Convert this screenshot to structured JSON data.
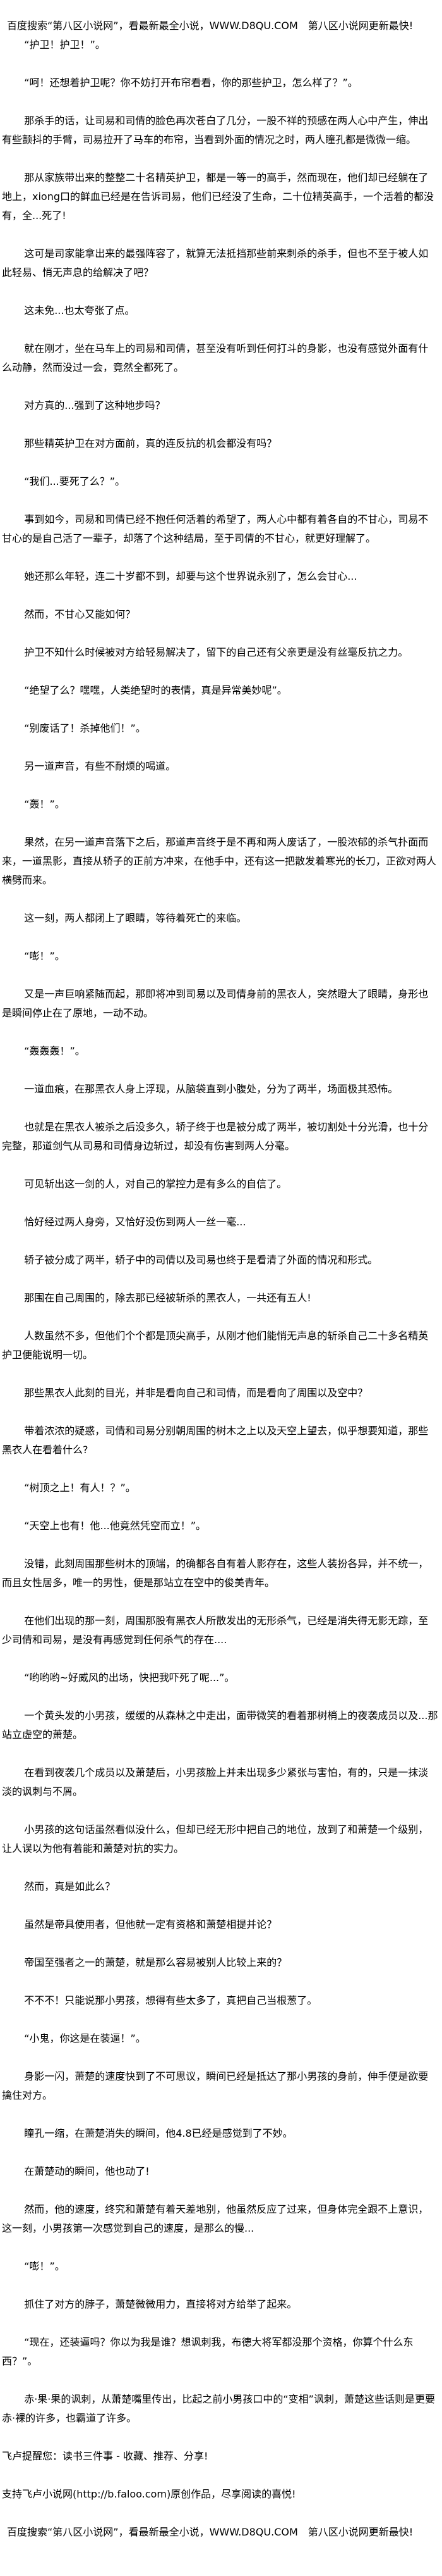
{
  "header_banner": "百度搜索“第八区小说网”，看最新最全小说，WWW.D8QU.COM　第八区小说网更新最快!",
  "paragraphs": [
    "“护卫！护卫！”。",
    "“呵！还想着护卫呢？你不妨打开布帘看看，你的那些护卫，怎么样了？”。",
    "那杀手的话，让司易和司倩的脸色再次苍白了几分，一股不祥的预感在两人心中产生，伸出有些颤抖的手臂，司易拉开了马车的布帘，当看到外面的情况之时，两人瞳孔都是微微一缩。",
    "那从家族带出来的整整二十名精英护卫，都是一等一的高手，然而现在，他们却已经躺在了地上，xiong口的鲜血已经是在告诉司易，他们已经没了生命，二十位精英高手，一个活着的都没有，全...死了!",
    "这可是司家能拿出来的最强阵容了，就算无法抵挡那些前来刺杀的杀手，但也不至于被人如此轻易、悄无声息的给解决了吧？",
    "这未免...也太夸张了点。",
    "就在刚才，坐在马车上的司易和司倩，甚至没有听到任何打斗的身影，也没有感觉外面有什么动静，然而没过一会，竟然全都死了。",
    "对方真的...强到了这种地步吗？",
    "那些精英护卫在对方面前，真的连反抗的机会都没有吗？",
    "“我们...要死了么？”。",
    "事到如今，司易和司倩已经不抱任何活着的希望了，两人心中都有着各自的不甘心，司易不甘心的是自己活了一辈子，却落了个这种结局，至于司倩的不甘心，就更好理解了。",
    "她还那么年轻，连二十岁都不到，却要与这个世界说永别了，怎么会甘心...",
    "然而，不甘心又能如何？",
    "护卫不知什么时候被对方给轻易解决了，留下的自己还有父亲更是没有丝毫反抗之力。",
    "“绝望了么？嘿嘿，人类绝望时的表情，真是异常美妙呢”。",
    "“别废话了！杀掉他们！”。",
    "另一道声音，有些不耐烦的喝道。",
    "“轰！”。",
    "果然，在另一道声音落下之后，那道声音终于是不再和两人废话了，一股浓郁的杀气扑面而来，一道黑影，直接从轿子的正前方冲来，在他手中，还有这一把散发着寒光的长刀，正欲对两人横劈而来。",
    "这一刻，两人都闭上了眼睛，等待着死亡的来临。",
    "“嘭！”。",
    "又是一声巨响紧随而起，那即将冲到司易以及司倩身前的黑衣人，突然瞪大了眼睛，身形也是瞬间停止在了原地，一动不动。",
    "“轰轰轰！”。",
    "一道血痕，在那黑衣人身上浮现，从脑袋直到小腹处，分为了两半，场面极其恐怖。",
    "也就是在黑衣人被杀之后没多久，轿子终于也是被分成了两半，被切割处十分光滑，也十分完整，那道剑气从司易和司倩身边斩过，却没有伤害到两人分毫。",
    "可见斩出这一剑的人，对自己的掌控力是有多么的自信了。",
    "恰好经过两人身旁，又恰好没伤到两人一丝一毫...",
    "轿子被分成了两半，轿子中的司倩以及司易也终于是看清了外面的情况和形式。",
    "那围在自己周围的，除去那已经被斩杀的黑衣人，一共还有五人!",
    "人数虽然不多，但他们个个都是顶尖高手，从刚才他们能悄无声息的斩杀自己二十多名精英护卫便能说明一切。",
    "那些黑衣人此刻的目光，并非是看向自己和司倩，而是看向了周围以及空中？",
    "带着浓浓的疑惑，司倩和司易分别朝周围的树木之上以及天空上望去，似乎想要知道，那些黑衣人在看着什么?",
    "“树顶之上！有人！？”。",
    "“天空上也有！他...他竟然凭空而立！”。",
    "没错，此刻周围那些树木的顶端，的确都各自有着人影存在，这些人装扮各异，并不统一，而且女性居多，唯一的男性，便是那站立在空中的俊美青年。",
    "在他们出现的那一刻，周围那股有黑衣人所散发出的无形杀气，已经是消失得无影无踪，至少司倩和司易，是没有再感觉到任何杀气的存在....",
    "“哟哟哟~好威风的出场，快把我吓死了呢...”。",
    "一个黄头发的小男孩，缓缓的从森林之中走出，面带微笑的看着那树梢上的夜袭成员以及...那站立虚空的萧楚。",
    "在看到夜袭几个成员以及萧楚后，小男孩脸上并未出现多少紧张与害怕，有的，只是一抹淡淡的讽刺与不屑。",
    "小男孩的这句话虽然看似没什么，但却已经无形中把自己的地位，放到了和萧楚一个级别，让人误以为他有着能和萧楚对抗的实力。",
    "然而，真是如此么？",
    "虽然是帝具使用者，但他就一定有资格和萧楚相提并论？",
    "帝国至强者之一的萧楚，就是那么容易被别人比较上来的？",
    "不不不！只能说那小男孩，想得有些太多了，真把自己当根葱了。",
    "“小鬼，你这是在装逼！”。",
    "身影一闪，萧楚的速度快到了不可思议，瞬间已经是抵达了那小男孩的身前，伸手便是欲要擒住对方。",
    "瞳孔一缩，在萧楚消失的瞬间，他4.8已经是感觉到了不妙。",
    "在萧楚动的瞬间，他也动了!",
    "然而，他的速度，终究和萧楚有着天差地别，他虽然反应了过来，但身体完全跟不上意识，这一刻，小男孩第一次感觉到自己的速度，是那么的慢...",
    "“嘭！”。",
    "抓住了对方的脖子，萧楚微微用力，直接将对方给举了起来。",
    "“现在，还装逼吗？你以为我是谁？想讽刺我，布德大将军都没那个资格，你算个什么东西？”。",
    "赤·果·果的讽刺，从萧楚嘴里传出，比起之前小男孩口中的“变相”讽刺，萧楚这些话则是更要赤·裸的许多，也霸道了许多。"
  ],
  "footer": {
    "reminder": "飞卢提醒您：读书三件事 - 收藏、推荐、分享!",
    "support": "支持飞卢小说网(http://b.faloo.com)原创作品，尽享阅读的喜悦!",
    "banner": "百度搜索“第八区小说网”，看最新最全小说，WWW.D8QU.COM　第八区小说网更新最快!"
  }
}
